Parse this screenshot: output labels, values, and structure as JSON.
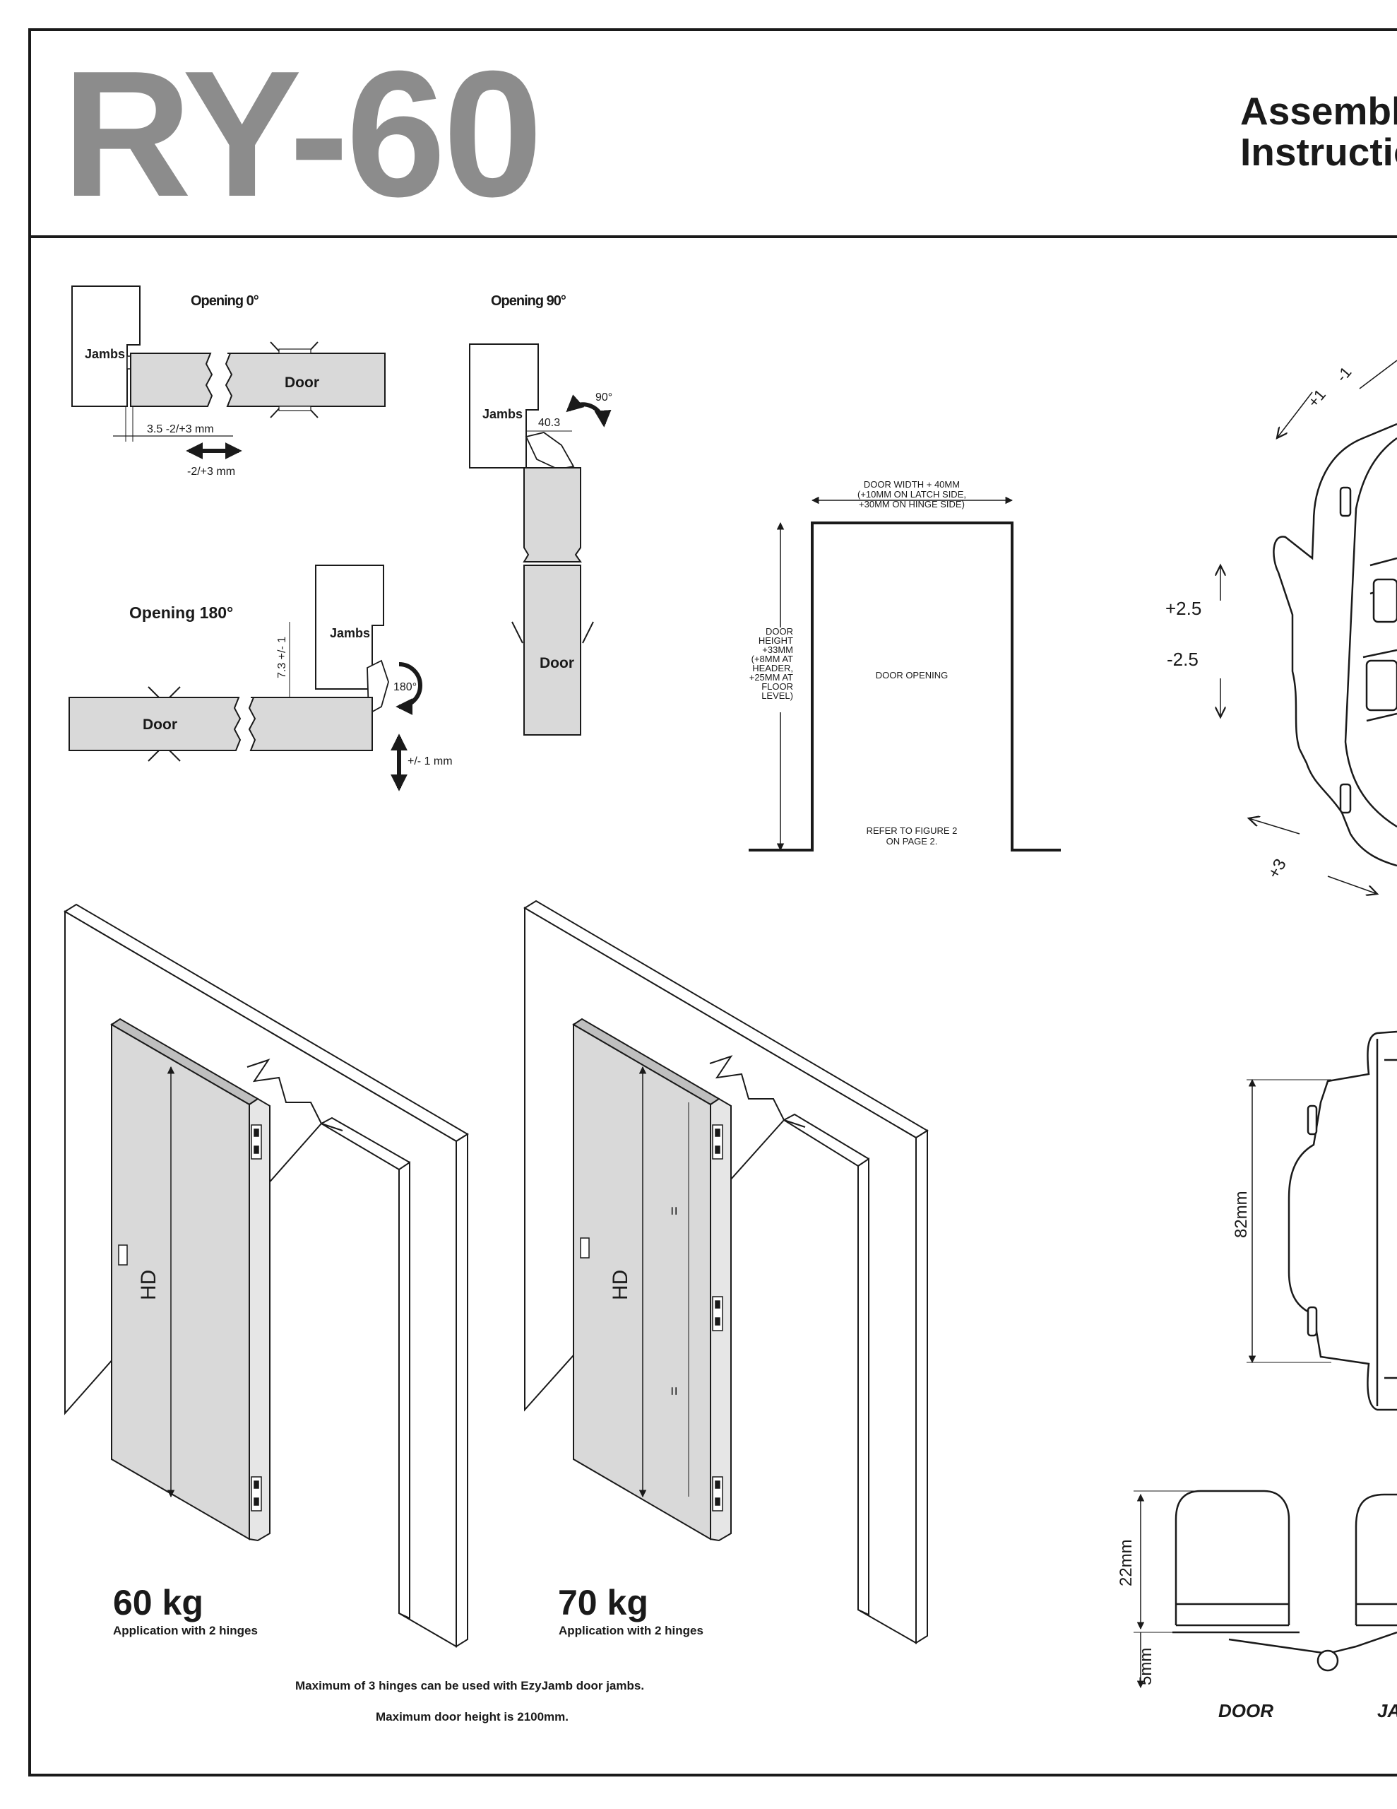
{
  "header": {
    "title": "RY-60",
    "subtitle": "Assembly\nInstructions"
  },
  "opening_diagrams": {
    "opening_0": {
      "title": "Opening 0°",
      "jambs": "Jambs",
      "door": "Door",
      "gap_dim": "3.5  -2/+3  mm",
      "adjust": "-2/+3  mm"
    },
    "opening_90": {
      "title": "Opening 90°",
      "jambs": "Jambs",
      "dim": "40.3",
      "angle": "90°",
      "door": "Door"
    },
    "opening_180": {
      "title": "Opening 180°",
      "jambs": "Jambs",
      "door": "Door",
      "dim": "7.3  +/-  1",
      "angle": "180°",
      "adjust": "+/-  1  mm"
    }
  },
  "door_opening": {
    "width_label": [
      "DOOR WIDTH + 40MM",
      "(+10MM ON LATCH SIDE,",
      "+30MM ON HINGE SIDE)"
    ],
    "height_label": [
      "DOOR",
      "HEIGHT",
      "+33MM",
      "(+8MM AT",
      "HEADER,",
      "+25MM AT",
      "FLOOR",
      "LEVEL)"
    ],
    "center_label": "DOOR OPENING",
    "ref_label": [
      "REFER TO FIGURE 2",
      "ON PAGE 2."
    ]
  },
  "adjustment": {
    "plus1": "+1",
    "minus1": "-1",
    "plus25": "+2.5",
    "minus25": "-2.5",
    "plus3": "+3"
  },
  "dimensions": {
    "height_82": "82mm",
    "depth_22": "22mm",
    "depth_5": "5mm",
    "door": "DOOR",
    "jamb": "JA"
  },
  "applications": [
    {
      "weight": "60 kg",
      "caption": "Application with 2 hinges",
      "hd": "HD"
    },
    {
      "weight": "70 kg",
      "caption": "Application with 2 hinges",
      "hd": "HD",
      "equal": "="
    }
  ],
  "notes": {
    "max_hinges": "Maximum of 3 hinges can be used with EzyJamb door jambs.",
    "max_height": "Maximum door height is 2100mm."
  },
  "colors": {
    "title_grey": "#8c8c8c",
    "door_fill": "#d9d9d9",
    "line": "#1a1a1a"
  }
}
